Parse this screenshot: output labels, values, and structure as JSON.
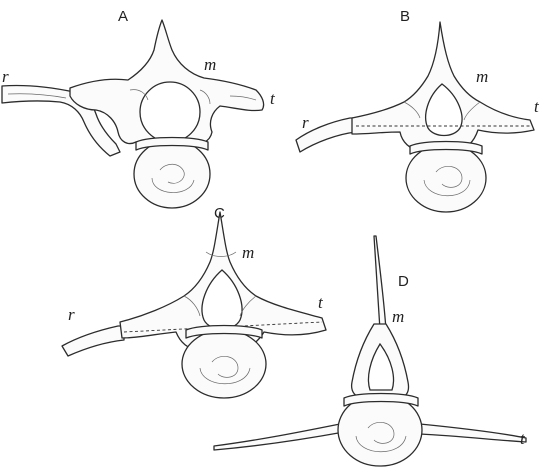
{
  "panels": [
    {
      "letter": "A",
      "labels": {
        "r": "r",
        "m": "m",
        "t": "t"
      }
    },
    {
      "letter": "B",
      "labels": {
        "r": "r",
        "m": "m",
        "t": "t"
      }
    },
    {
      "letter": "C",
      "labels": {
        "r": "r",
        "m": "m",
        "t": "t"
      }
    },
    {
      "letter": "D",
      "labels": {
        "m": "m",
        "t": "t"
      }
    }
  ]
}
